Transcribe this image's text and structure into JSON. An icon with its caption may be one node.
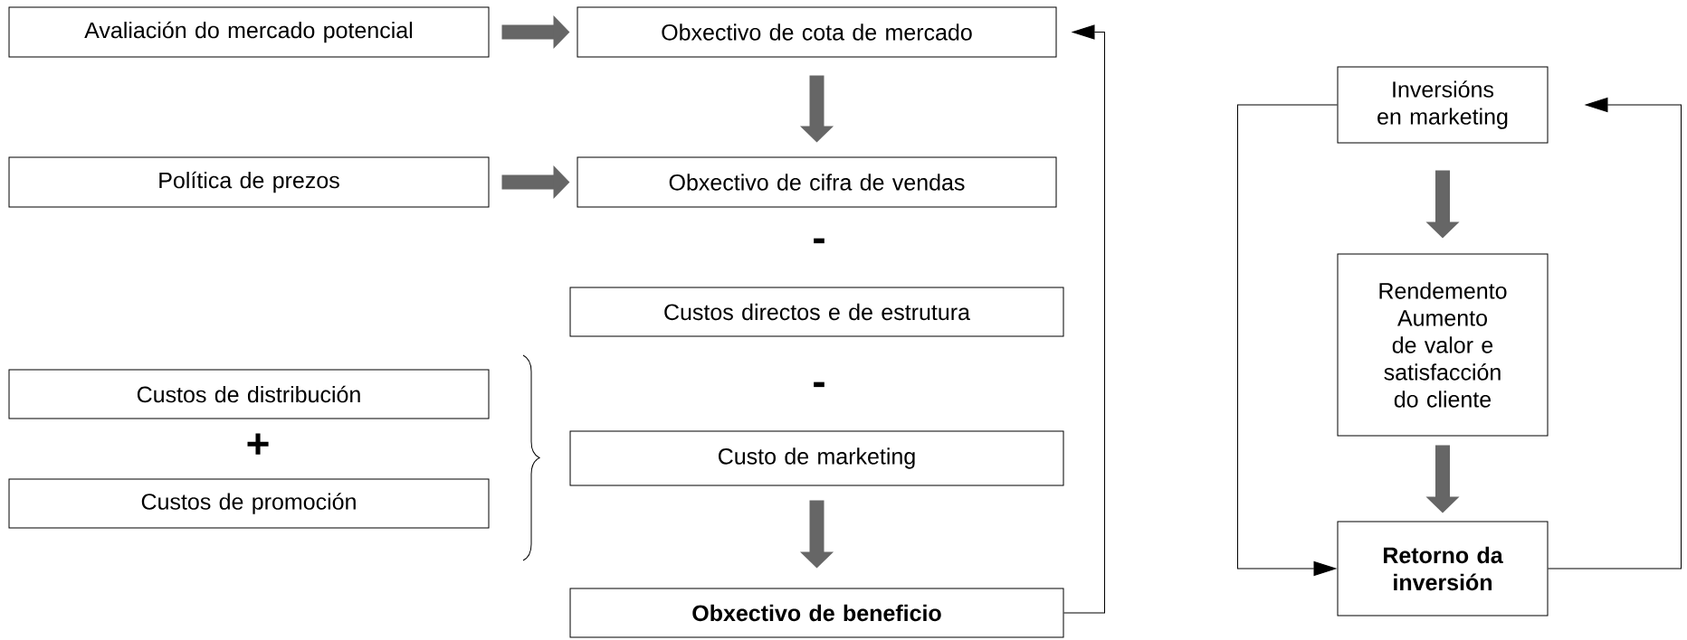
{
  "diagram": {
    "nodes": [
      {
        "text": [
          "Avaliación do mercado potencial"
        ]
      },
      {
        "text": [
          "Obxectivo de cota de mercado"
        ]
      },
      {
        "text": [
          "Política de prezos"
        ]
      },
      {
        "text": [
          "Obxectivo de cifra de vendas"
        ]
      },
      {
        "text": [
          "Custos directos e de estrutura"
        ]
      },
      {
        "text": [
          "Custos de distribución"
        ]
      },
      {
        "text": [
          "Custo de marketing"
        ]
      },
      {
        "text": [
          "Custos de promoción"
        ]
      },
      {
        "text": [
          "Obxectivo de beneficio"
        ]
      },
      {
        "text": [
          "Inversións en marketing"
        ]
      },
      {
        "text": [
          "Rendemento Aumento de valor e satisfacción do cliente"
        ]
      },
      {
        "text": [
          "Retorno da inversión"
        ]
      }
    ],
    "edges": [
      {
        "from": 0,
        "to": 1,
        "arrow": "to"
      },
      {
        "from": 2,
        "to": 3,
        "arrow": "to"
      },
      {
        "from": 1,
        "to": 3,
        "arrow": "to"
      },
      {
        "from": 6,
        "to": 8,
        "arrow": "to"
      },
      {
        "from": 8,
        "to": 1,
        "arrow": "to",
        "color": "#000000"
      },
      {
        "from": 9,
        "to": 10,
        "arrow": "to"
      },
      {
        "from": 10,
        "to": 11,
        "arrow": "to"
      },
      {
        "from": 9,
        "to": 11,
        "arrow": "to",
        "color": "#000000"
      },
      {
        "from": 11,
        "to": 9,
        "arrow": "to",
        "color": "#000000"
      }
    ],
    "labels": [
      "-",
      "-",
      "+"
    ]
  }
}
